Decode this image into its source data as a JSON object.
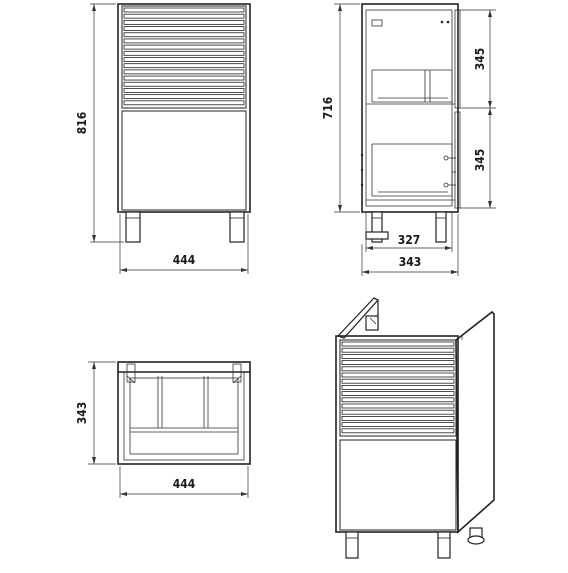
{
  "front_view": {
    "height_label": "816",
    "width_label": "444"
  },
  "side_view": {
    "height_label": "716",
    "upper_gap_label": "345",
    "lower_gap_label": "345",
    "inner_depth_label": "327",
    "depth_label": "343"
  },
  "top_view": {
    "depth_label": "343",
    "width_label": "444"
  },
  "palette": {
    "line": "#222222",
    "background": "#ffffff"
  }
}
